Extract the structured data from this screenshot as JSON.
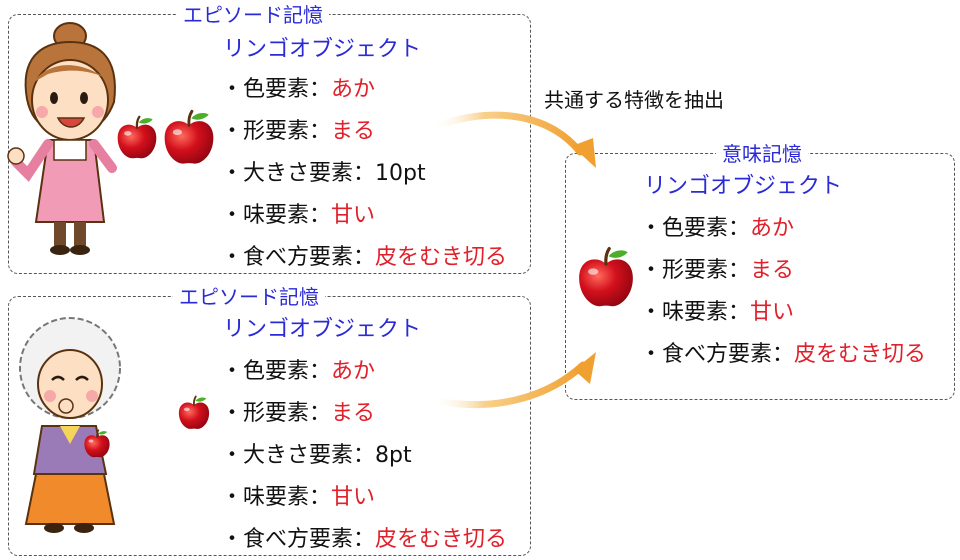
{
  "episode1": {
    "title": "エピソード記憶",
    "object_title": "リンゴオブジェクト",
    "attributes": [
      {
        "label": "・色要素：",
        "value": "あか",
        "value_colored": true
      },
      {
        "label": "・形要素：",
        "value": "まる",
        "value_colored": true
      },
      {
        "label": "・大きさ要素：",
        "value": "10pt",
        "value_colored": false
      },
      {
        "label": "・味要素：",
        "value": "甘い",
        "value_colored": true
      },
      {
        "label": "・食べ方要素：",
        "value": "皮をむき切る",
        "value_colored": true
      }
    ]
  },
  "episode2": {
    "title": "エピソード記憶",
    "object_title": "リンゴオブジェクト",
    "attributes": [
      {
        "label": "・色要素：",
        "value": "あか",
        "value_colored": true
      },
      {
        "label": "・形要素：",
        "value": "まる",
        "value_colored": true
      },
      {
        "label": "・大きさ要素：",
        "value": "8pt",
        "value_colored": false
      },
      {
        "label": "・味要素：",
        "value": "甘い",
        "value_colored": true
      },
      {
        "label": "・食べ方要素：",
        "value": "皮をむき切る",
        "value_colored": true
      }
    ]
  },
  "semantic": {
    "title": "意味記憶",
    "object_title": "リンゴオブジェクト",
    "attributes": [
      {
        "label": "・色要素：",
        "value": "あか",
        "value_colored": true
      },
      {
        "label": "・形要素：",
        "value": "まる",
        "value_colored": true
      },
      {
        "label": "・味要素：",
        "value": "甘い",
        "value_colored": true
      },
      {
        "label": "・食べ方要素：",
        "value": "皮をむき切る",
        "value_colored": true
      }
    ]
  },
  "arrow_label": "共通する特徴を抽出",
  "colors": {
    "title_blue": "#2a2ad6",
    "value_red": "#e0202a",
    "arrow_orange": "#f0a030",
    "apple_red": "#d3101c"
  },
  "icons": [
    "woman-with-apple-icon",
    "apple-icon",
    "grandmother-with-apple-icon",
    "arrow-icon"
  ]
}
